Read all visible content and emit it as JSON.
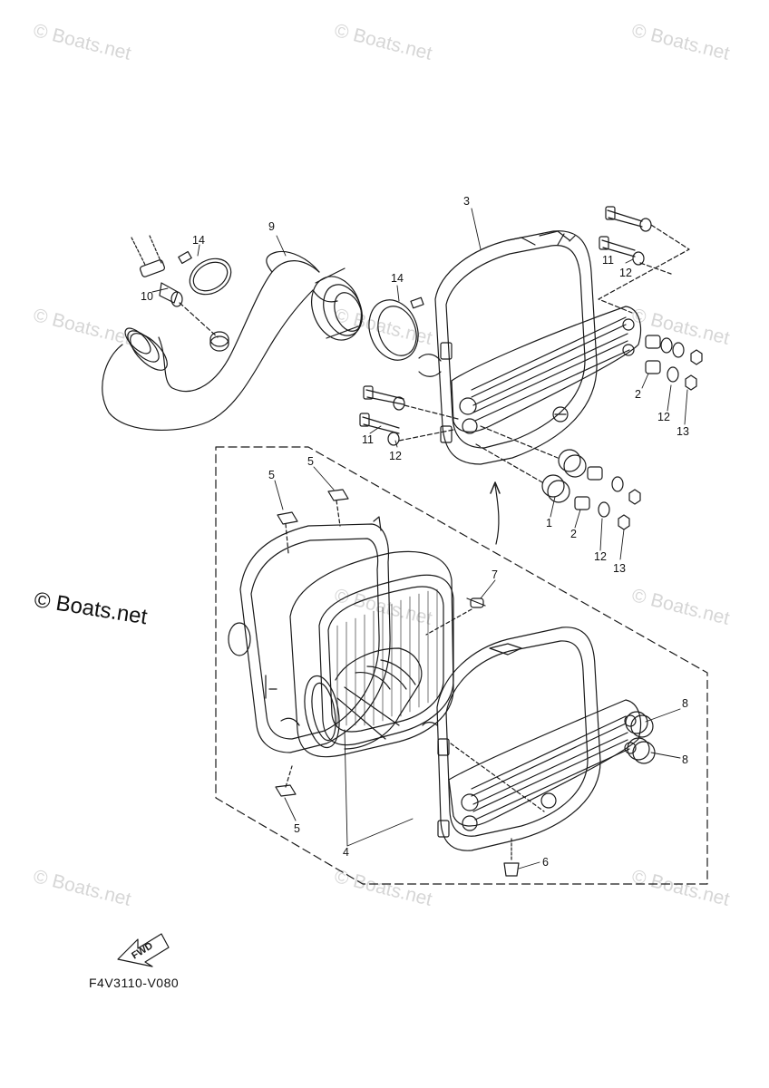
{
  "watermark": {
    "text": "© Boats.net"
  },
  "copyright": {
    "text": "© Boats.net"
  },
  "figure": {
    "code": "F4V3110-V080",
    "direction_arrow": "FWD"
  },
  "callouts": {
    "c1": "1",
    "c2a": "2",
    "c2b": "2",
    "c3": "3",
    "c4": "4",
    "c5a": "5",
    "c5b": "5",
    "c5c": "5",
    "c6": "6",
    "c7": "7",
    "c8a": "8",
    "c8b": "8",
    "c9": "9",
    "c10": "10",
    "c11a": "11",
    "c11b": "11",
    "c12a": "12",
    "c12b": "12",
    "c12c": "12",
    "c12d": "12",
    "c13a": "13",
    "c13b": "13",
    "c14a": "14",
    "c14b": "14"
  },
  "colors": {
    "line": "#1a1a1a",
    "watermark": "#d6d6d6",
    "background": "#ffffff"
  }
}
